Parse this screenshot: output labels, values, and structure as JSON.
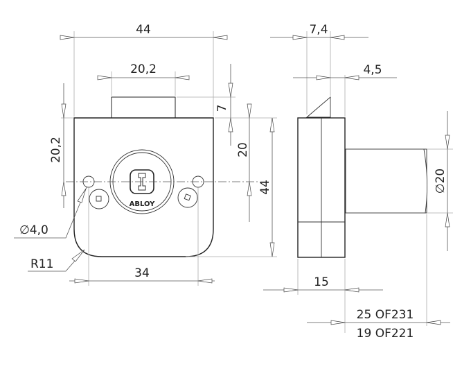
{
  "front_view": {
    "dim_width_total": "44",
    "dim_bolt_width": "20,2",
    "dim_bolt_projection": "7",
    "dim_center_height": "20",
    "dim_height_total": "44",
    "dim_left_height": "20,2",
    "dim_hole_diameter": "∅4,0",
    "dim_radius": "R11",
    "dim_hole_spacing": "34",
    "brand_logo": "ABLOY"
  },
  "side_view": {
    "dim_bolt_depth": "7,4",
    "dim_bolt_offset": "4,5",
    "dim_body_depth": "15",
    "dim_cylinder_diameter": "∅20",
    "dim_cylinder_length_1": "25 OF231",
    "dim_cylinder_length_2": "19 OF221"
  }
}
